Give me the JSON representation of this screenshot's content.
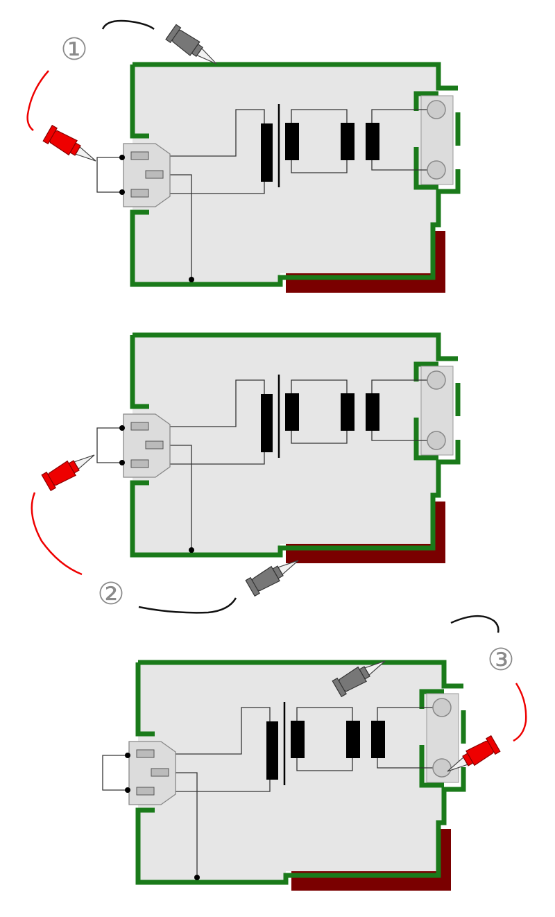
{
  "steps": [
    {
      "label": "①"
    },
    {
      "label": "②"
    },
    {
      "label": "③"
    }
  ],
  "colors": {
    "enclosure_wall": "#1a7a1a",
    "enclosure_fill": "#e6e6e6",
    "metal_base": "#7a0000",
    "probe_red": "#ee0000",
    "probe_black": "#777777",
    "lead_black": "#111111",
    "component": "#000000",
    "wire": "#333333",
    "connector_fill": "#dcdcdc",
    "terminal_fill": "#cccccc",
    "label": "#8a8a8a"
  },
  "icons": {
    "red_probe": "red-probe-icon",
    "black_probe": "black-probe-icon",
    "mains_inlet": "mains-inlet-icon",
    "transformer": "transformer-icon",
    "output_terminal": "output-terminal-icon"
  }
}
